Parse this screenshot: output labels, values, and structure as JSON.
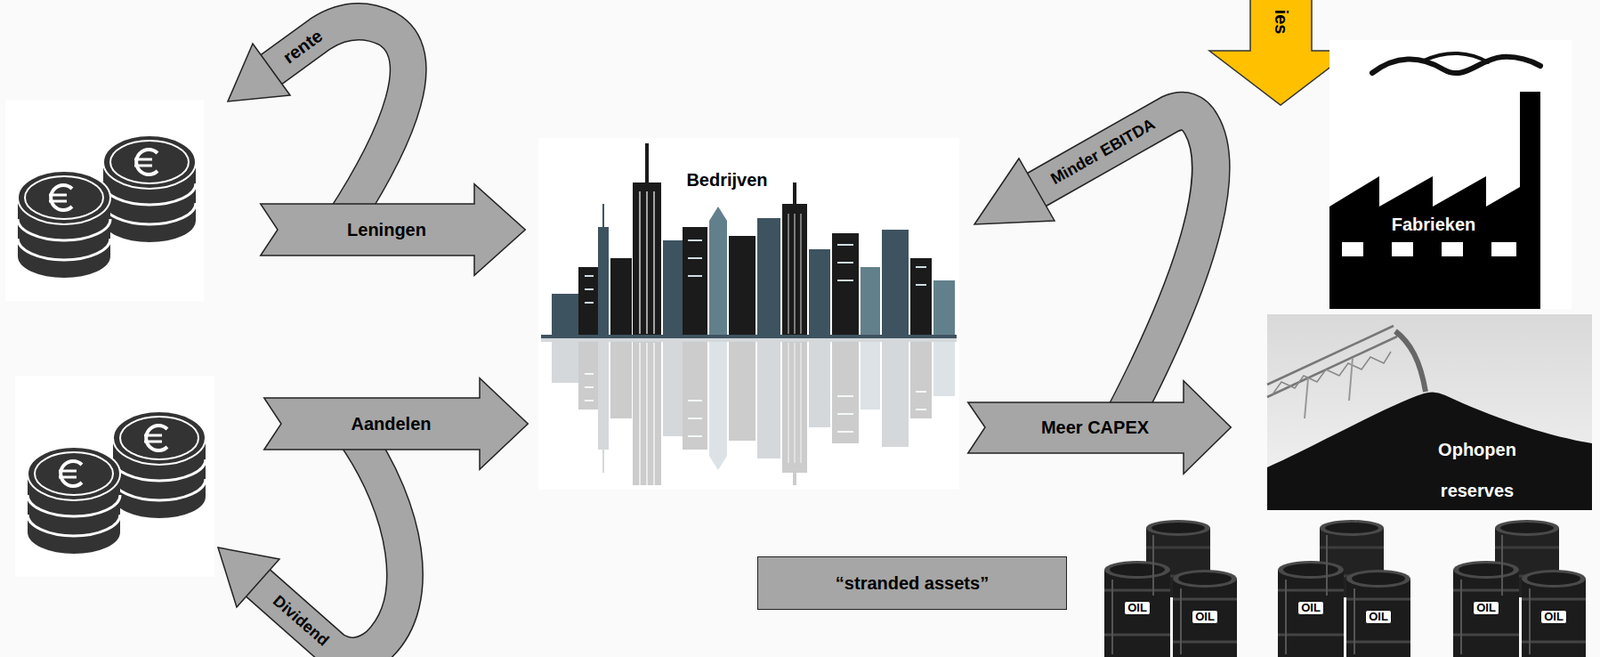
{
  "diagram": {
    "nodes": [
      {
        "text": [
          "Leningen"
        ]
      },
      {
        "text": [
          "Bedrijven"
        ]
      },
      {
        "text": [
          "Aandelen"
        ]
      },
      {
        "text": [
          "Fabrieken"
        ]
      },
      {
        "text": [
          "Meer CAPEX"
        ]
      },
      {
        "text": [
          "Ophopen reserves"
        ]
      },
      {
        "text": [
          "“stranded assets”"
        ]
      }
    ],
    "labels": [
      "ies",
      "rente",
      "Minder EBITDA",
      "Dividend",
      "OIL",
      "OIL",
      "OIL",
      "OIL",
      "OIL",
      "OIL"
    ]
  }
}
